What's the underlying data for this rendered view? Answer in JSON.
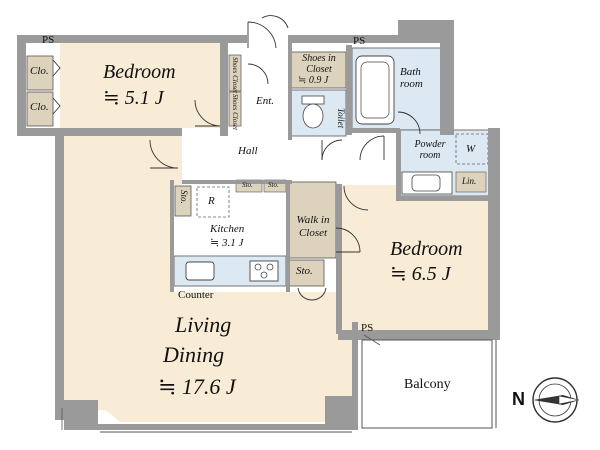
{
  "labels": {
    "bedroom1": "Bedroom",
    "bedroom1_area": "≒ 5.1 J",
    "closet_a": "Clo.",
    "closet_b": "Clo.",
    "ps_top_left": "PS",
    "ps_top_right": "PS",
    "ps_bottom": "PS",
    "shoes_closet_1": "Shoes Closet",
    "shoes_closet_2": "Shoes Closet",
    "shoes_in_closet": "Shoes in Closet",
    "shoes_in_closet_area": "≒ 0.9 J",
    "entrance": "Ent.",
    "toilet": "Toilet",
    "bathroom": "Bath room",
    "hall": "Hall",
    "powder_room": "Powder room",
    "washer": "W",
    "linen": "Lin.",
    "storage_kitchen_left": "Sto.",
    "storage_hall_1": "Sto.",
    "storage_hall_2": "Sto.",
    "refrigerator": "R",
    "kitchen": "Kitchen",
    "kitchen_area": "≒ 3.1 J",
    "walk_in_closet": "Walk in Closet",
    "storage_wic": "Sto.",
    "counter": "Counter",
    "bedroom2": "Bedroom",
    "bedroom2_area": "≒ 6.5 J",
    "living_dining_1": "Living",
    "living_dining_2": "Dining",
    "living_dining_area": "≒ 17.6 J",
    "balcony": "Balcony",
    "north": "N"
  },
  "colors": {
    "wall": "#9a9a9a",
    "wall_dark": "#8a8a8a",
    "floor_wood": "#f8ecd6",
    "floor_white": "#ffffff",
    "closet_fill": "#ddd3bd",
    "kitchen_counter": "#dce9f2",
    "wet_area": "#dce9f2",
    "line": "#333333"
  }
}
